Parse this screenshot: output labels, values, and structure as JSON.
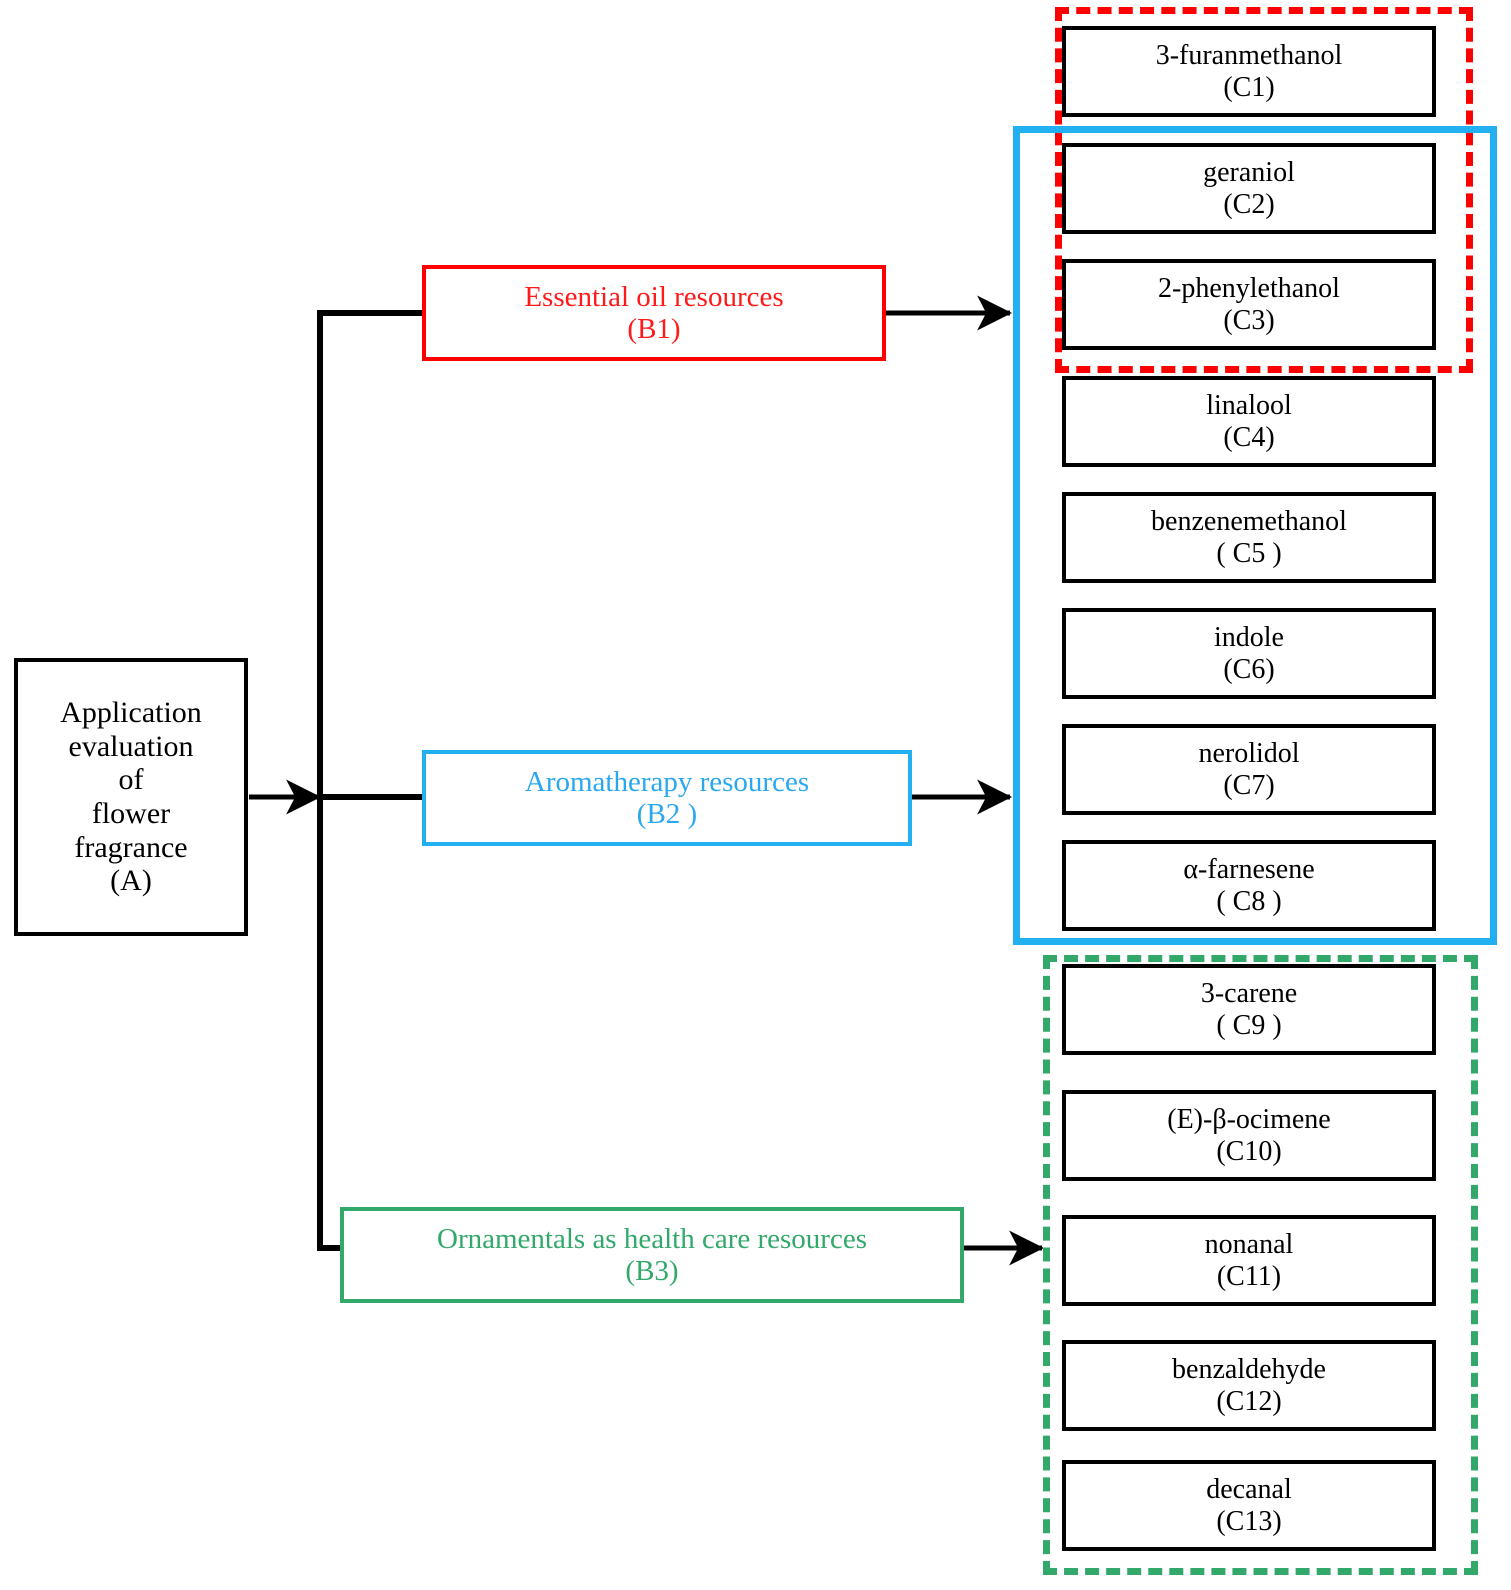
{
  "diagram": {
    "type": "hierarchy-flowchart",
    "root": {
      "id": "A",
      "code": "(A)",
      "lines": [
        "Application",
        "evaluation",
        "of",
        "flower",
        "fragrance",
        "(A)"
      ],
      "label": "Application evaluation of flower fragrance (A)",
      "border_color": "#000000",
      "text_color": "#000000"
    },
    "branches": [
      {
        "id": "B1",
        "name": "Essential oil resources",
        "code": "(B1)",
        "border_color": "#ff0000",
        "text_color": "#ff1a1a",
        "frame_style": "dashed",
        "targets": [
          "C1",
          "C2",
          "C3"
        ]
      },
      {
        "id": "B2",
        "name": "Aromatherapy resources",
        "code": "(B2 )",
        "border_color": "#22b0f0",
        "text_color": "#2aa8ef",
        "frame_style": "solid",
        "targets": [
          "C2",
          "C3",
          "C4",
          "C5",
          "C6",
          "C7",
          "C8"
        ]
      },
      {
        "id": "B3",
        "name": "Ornamentals as health care resources",
        "code": "(B3)",
        "border_color": "#33a86b",
        "text_color": "#33a86b",
        "frame_style": "dashed",
        "targets": [
          "C9",
          "C10",
          "C11",
          "C12",
          "C13"
        ]
      }
    ],
    "compounds": [
      {
        "id": "C1",
        "name": "3-furanmethanol",
        "code": "(C1)"
      },
      {
        "id": "C2",
        "name": "geraniol",
        "code": "(C2)"
      },
      {
        "id": "C3",
        "name": "2-phenylethanol",
        "code": "(C3)"
      },
      {
        "id": "C4",
        "name": "linalool",
        "code": "(C4)"
      },
      {
        "id": "C5",
        "name": "benzenemethanol",
        "code": "( C5 )"
      },
      {
        "id": "C6",
        "name": "indole",
        "code": "(C6)"
      },
      {
        "id": "C7",
        "name": "nerolidol",
        "code": "(C7)"
      },
      {
        "id": "C8",
        "name": "α-farnesene",
        "code": "( C8 )"
      },
      {
        "id": "C9",
        "name": "3-carene",
        "code": "( C9 )"
      },
      {
        "id": "C10",
        "name": "(E)-β-ocimene",
        "code": "(C10)"
      },
      {
        "id": "C11",
        "name": "nonanal",
        "code": "(C11)"
      },
      {
        "id": "C12",
        "name": "benzaldehyde",
        "code": "(C12)"
      },
      {
        "id": "C13",
        "name": "decanal",
        "code": "(C13)"
      }
    ],
    "colors": {
      "black": "#000000",
      "red": "#ff0000",
      "cyan": "#22b0f0",
      "green": "#33a86b",
      "background": "#ffffff"
    }
  }
}
